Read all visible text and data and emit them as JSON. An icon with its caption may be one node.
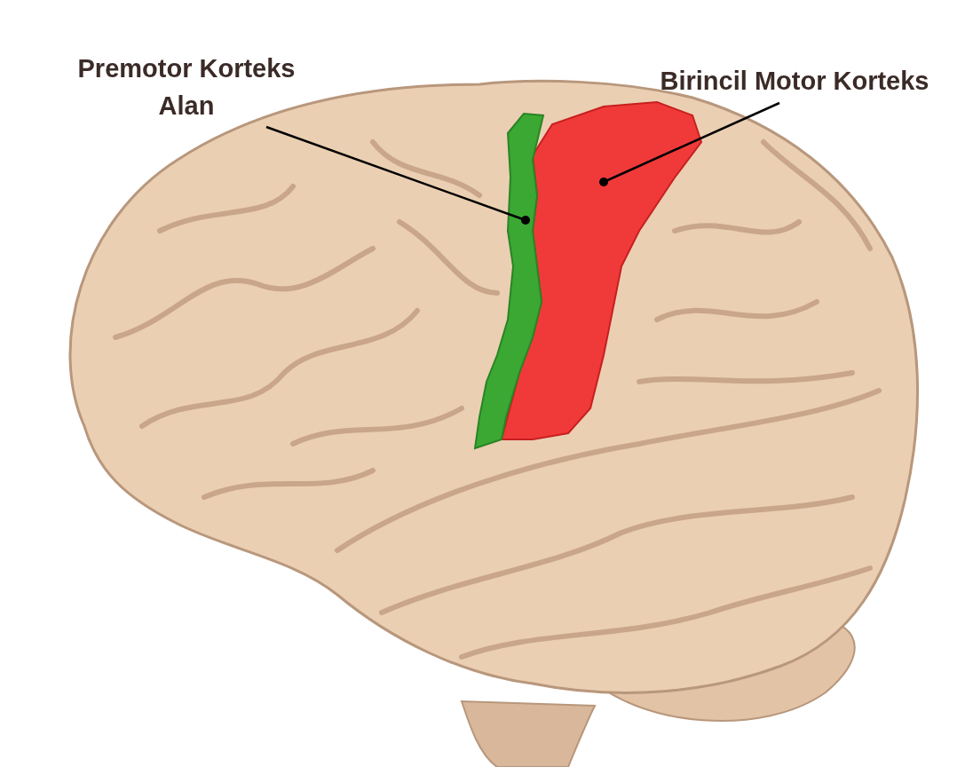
{
  "diagram": {
    "nodes": [
      {
        "text": [
          "Premotor Korteks Alan"
        ]
      },
      {
        "text": [],
        "shape": "picture"
      },
      {
        "text": [
          "Birincil Motor Korteks"
        ]
      },
      {
        "text": [],
        "shape": "picture"
      }
    ],
    "edges": [
      {
        "from": 0,
        "to": 1,
        "arrow": "other"
      },
      {
        "from": 2,
        "to": 3,
        "arrow": "other"
      }
    ]
  }
}
